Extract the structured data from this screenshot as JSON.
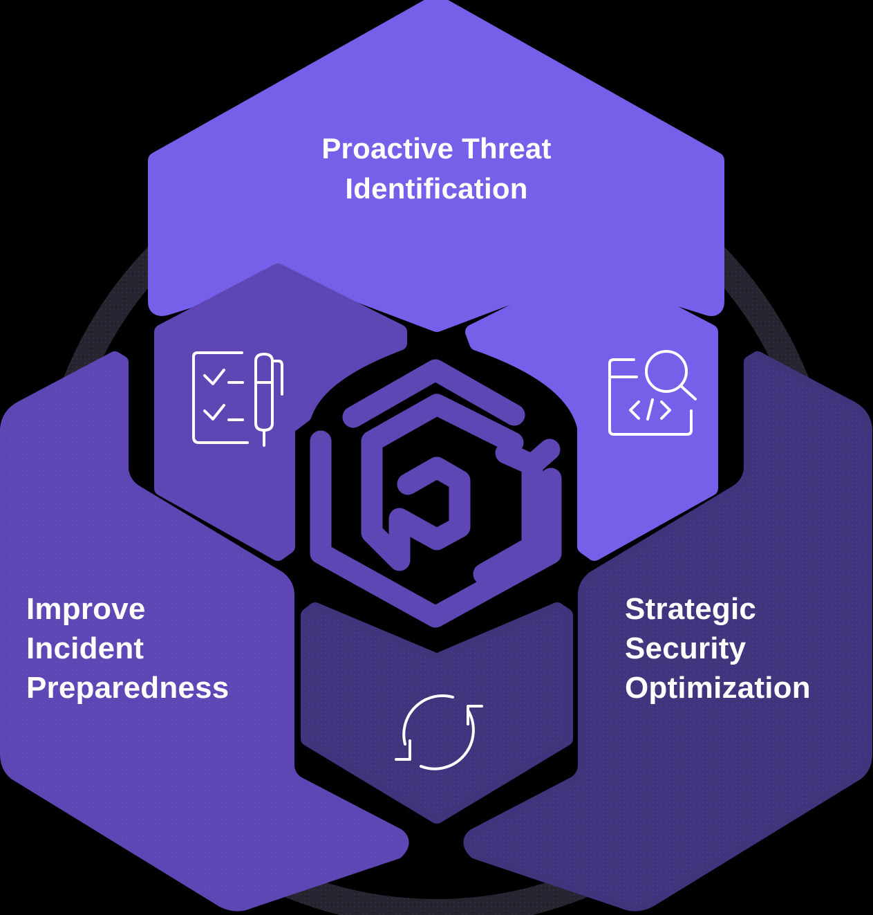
{
  "diagram": {
    "type": "hexagonal-pillar-diagram",
    "center": {
      "icon": "maze-hexagon-logo-icon"
    },
    "pillars": [
      {
        "position": "top",
        "title_lines": [
          "Proactive Threat",
          "Identification"
        ],
        "title": "Proactive Threat Identification",
        "color": "#7560EA"
      },
      {
        "position": "left",
        "title_lines": [
          "Improve",
          "Incident",
          "Preparedness"
        ],
        "title": "Improve Incident Preparedness",
        "color": "#5E47B4"
      },
      {
        "position": "right",
        "title_lines": [
          "Strategic",
          "Security",
          "Optimization"
        ],
        "title": "Strategic Security Optimization",
        "color": "#3E357C"
      }
    ],
    "inner_faces": [
      {
        "position": "upper-left",
        "icon": "checklist-pen-icon",
        "color": "#5E47B4"
      },
      {
        "position": "upper-right",
        "icon": "code-search-icon",
        "color": "#7560EA"
      },
      {
        "position": "bottom",
        "icon": "refresh-cycle-icon",
        "color": "#3E357C"
      }
    ],
    "ring_color": "#26242F",
    "background": "#000000"
  }
}
